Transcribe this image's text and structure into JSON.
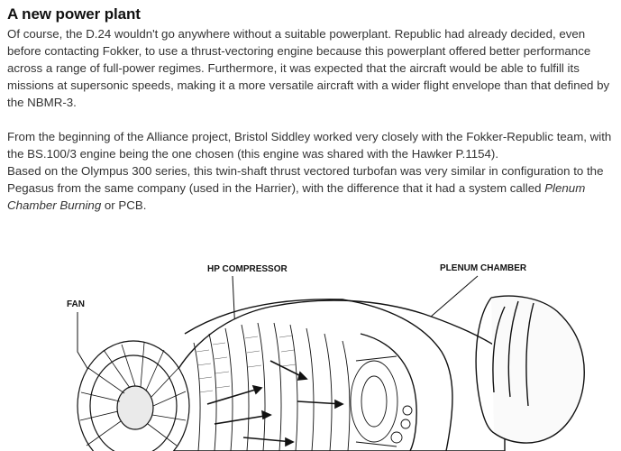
{
  "article": {
    "heading": "A new power plant",
    "paragraph1": "Of course, the D.24 wouldn't go anywhere without a suitable powerplant. Republic had already decided, even before contacting Fokker, to use a thrust-vectoring engine because this powerplant offered better performance across a range of full-power regimes. Furthermore, it was expected that the aircraft would be able to fulfill its missions at supersonic speeds, making it a more versatile aircraft with a wider flight envelope than that defined by the NBMR-3.",
    "paragraph2": "From the beginning of the Alliance project, Bristol Siddley worked very closely with the Fokker-Republic team, with the BS.100/3 engine being the one chosen (this engine was shared with the Hawker P.1154).",
    "paragraph3_prefix": "Based on the Olympus 300 series, this twin-shaft thrust vectored turbofan was very similar in configuration to the Pegasus from the same company (used in the Harrier), with the difference that it had a system called ",
    "paragraph3_emphasis": "Plenum Chamber Burning",
    "paragraph3_suffix": " or PCB."
  },
  "figure": {
    "labels": {
      "hp_compressor": "HP COMPRESSOR",
      "plenum_chamber": "PLENUM CHAMBER",
      "fan": "FAN"
    }
  }
}
